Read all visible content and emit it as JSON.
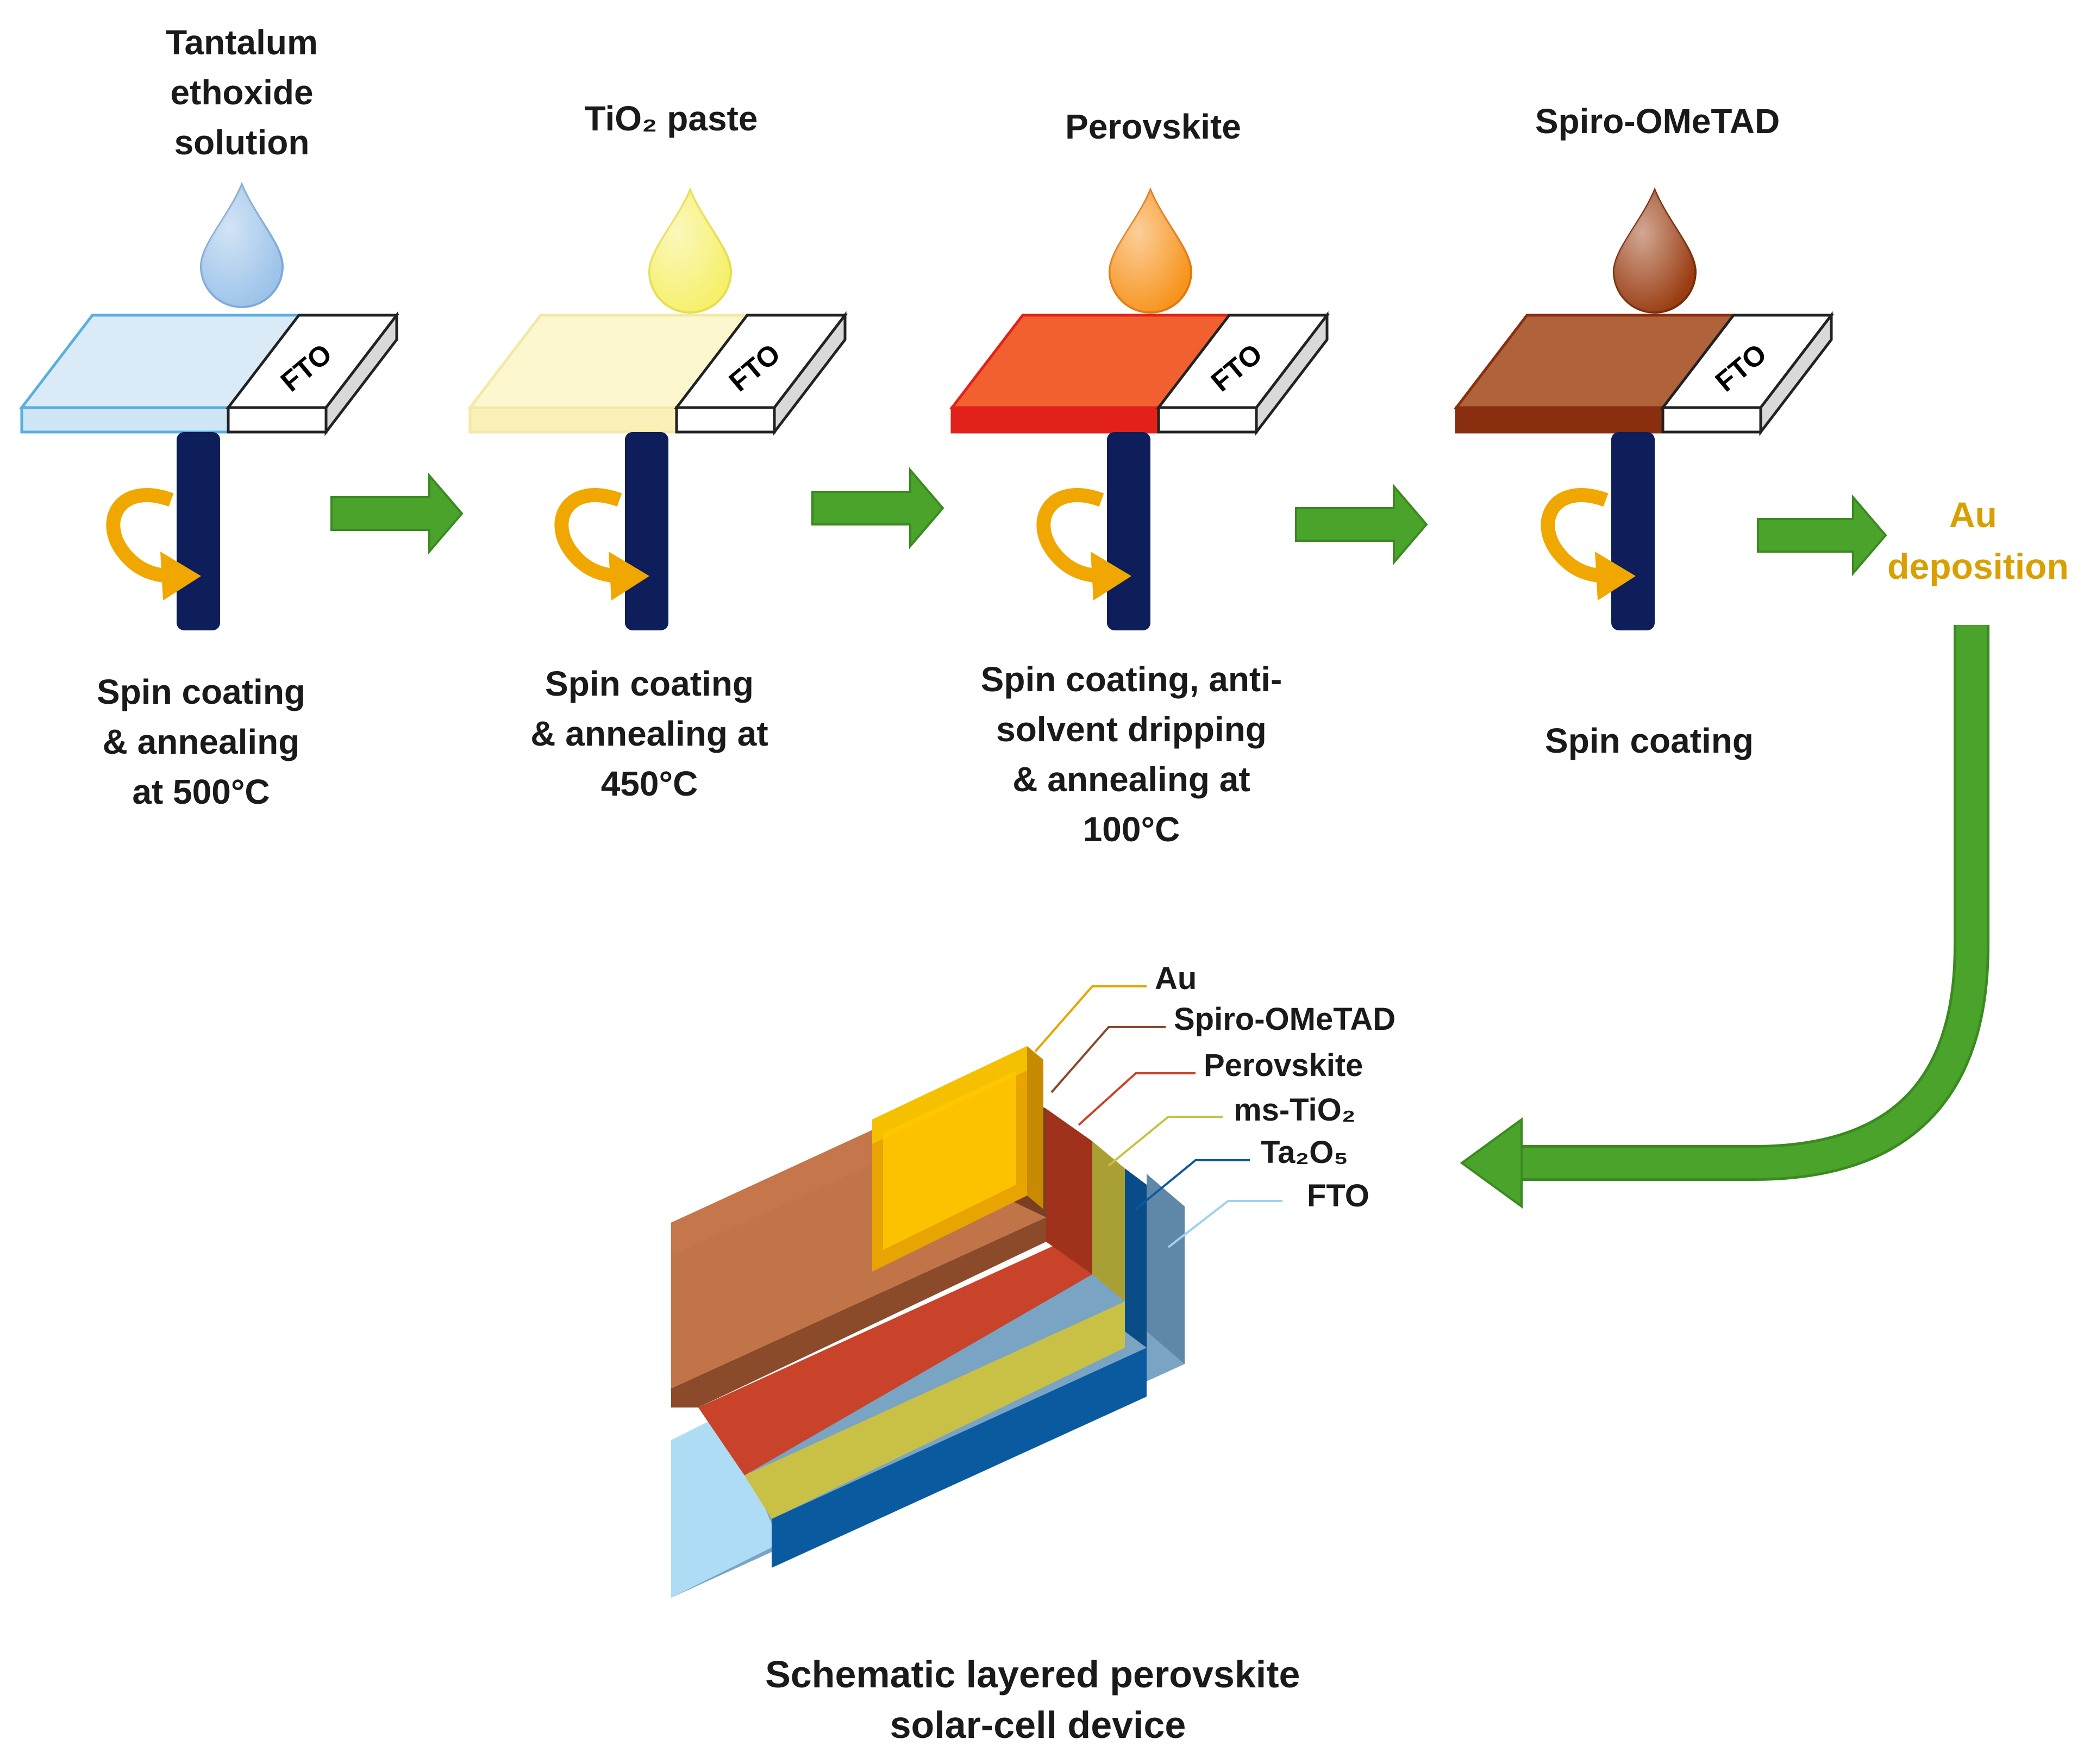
{
  "steps": [
    {
      "reagent": [
        "Tantalum",
        "ethoxide",
        "solution"
      ],
      "process": [
        "Spin coating",
        "& annealing",
        "at 500°C"
      ],
      "drop_color": "#9cc3ea",
      "film_color": "#dbeaf7",
      "film_edge": "#5aaee0",
      "substrate_label": "FTO"
    },
    {
      "reagent": [
        "TiO₂ paste"
      ],
      "process": [
        "Spin coating",
        "& annealing at",
        "450°C"
      ],
      "drop_color": "#f6f06a",
      "film_color": "#fdf7cf",
      "film_edge": "#f3e9a6",
      "substrate_label": "FTO"
    },
    {
      "reagent": [
        "Perovskite"
      ],
      "process": [
        "Spin coating, anti-",
        "solvent dripping",
        "& annealing at",
        "100°C"
      ],
      "drop_color": "#f7941d",
      "film_color": "#f26030",
      "film_edge": "#e2221a",
      "substrate_label": "FTO"
    },
    {
      "reagent": [
        "Spiro-OMeTAD"
      ],
      "process": [
        "Spin coating"
      ],
      "drop_color": "#9a3d12",
      "film_color": "#b0623a",
      "film_edge": "#8a2e10",
      "substrate_label": "FTO"
    }
  ],
  "final_step": [
    "Au",
    "deposition"
  ],
  "device": {
    "caption": [
      "Schematic layered perovskite",
      "solar-cell device"
    ],
    "layers": [
      {
        "name": "Au",
        "color": "#e8a400"
      },
      {
        "name": "Spiro-OMeTAD",
        "color": "#8b4a2a"
      },
      {
        "name": "Perovskite",
        "color": "#c8432a"
      },
      {
        "name": "ms-TiO₂",
        "color": "#c9c046"
      },
      {
        "name": "Ta₂O₅",
        "color": "#0a5aa0"
      },
      {
        "name": "FTO",
        "color": "#9fd2ee"
      }
    ]
  },
  "colors": {
    "arrow": "#4aa32a",
    "rotation_arrow": "#f0a800",
    "spindle": "#0d1e5a",
    "au_text": "#d8a000"
  }
}
